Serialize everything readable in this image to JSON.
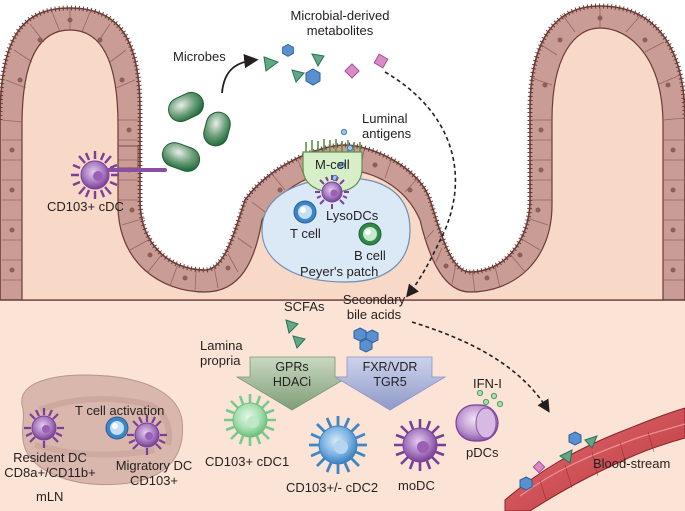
{
  "labels": {
    "microbes": "Microbes",
    "metabolites": [
      "Microbial-derived",
      "metabolites"
    ],
    "luminal_antigens": [
      "Luminal",
      "antigens"
    ],
    "m_cell": "M-cell",
    "lyso_dcs": "LysoDCs",
    "t_cell": "T cell",
    "b_cell": "B cell",
    "peyers_patch": "Peyer's patch",
    "cd103_cdc": "CD103+ cDC",
    "scfas": "SCFAs",
    "secondary_bile_acids": [
      "Secondary",
      "bile acids"
    ],
    "lamina_propria": [
      "Lamina",
      "propria"
    ],
    "gprs_arrow": [
      "GPRs",
      "HDACi"
    ],
    "fxr_arrow": [
      "FXR/VDR",
      "TGR5"
    ],
    "ifn_i": "IFN-I",
    "pdcs": "pDCs",
    "t_cell_activation": "T cell activation",
    "resident_dc": [
      "Resident DC",
      "CD8a+/CD11b+"
    ],
    "migratory_dc": [
      "Migratory DC",
      "CD103+"
    ],
    "mln": "mLN",
    "cdc1": "CD103+ cDC1",
    "cdc2": "CD103+/- cDC2",
    "modc": "moDC",
    "blood_stream": "Blood-stream"
  },
  "colors": {
    "epithelium": "#c9a09a",
    "epithelium_dark": "#7d4f4a",
    "lamina_propria": "#fbe4d6",
    "peyers_patch": "#dbe9f7",
    "microbe": "#2f7d4a",
    "dc_purple": "#8a4fa3",
    "cdc1_green": "#7bc98a",
    "cdc2_blue": "#3f86c6",
    "blood_vessel": "#c8464b",
    "green_arrow": "#8fae86",
    "blue_arrow": "#a9b3d8"
  }
}
